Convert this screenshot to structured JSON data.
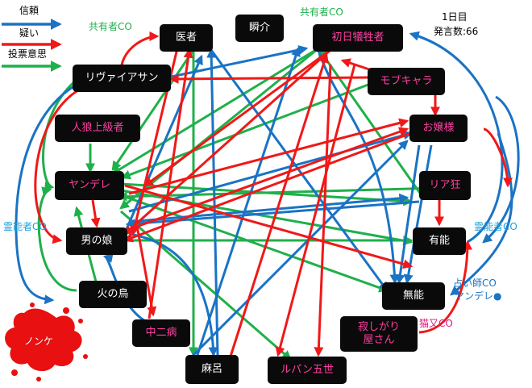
{
  "legend": {
    "trust_label": "信頼",
    "doubt_label": "疑い",
    "vote_label": "投票意思",
    "trust_color": "#1a73c4",
    "doubt_color": "#f01818",
    "vote_color": "#1fb04a"
  },
  "info": {
    "day": "1日目",
    "statement_count": "発言数:66"
  },
  "nodes": {
    "isha": "医者",
    "shunsuke": "瞬介",
    "shonichi": "初日犠牲者",
    "revaia": "リヴァイアサン",
    "mobu": "モブキャラ",
    "jinro": "人狼上級者",
    "ojousama": "お嬢様",
    "yandere": "ヤンデレ",
    "riajuu": "リア狂",
    "otokonoko": "男の娘",
    "yuunou": "有能",
    "hinotori": "火の鳥",
    "munou": "無能",
    "chuunibyou": "中二病",
    "sabishigari_line1": "寂しがり",
    "sabishigari_line2": "屋さん",
    "maro": "麻呂",
    "lupin": "ルパン五世"
  },
  "annotations": {
    "kyouyuu_left": "共有者CO",
    "kyouyuu_right": "共有者CO",
    "reinou_left": "霊能者CO",
    "reinou_right": "霊能者CO",
    "uranai": "占い師CO",
    "uranai_target": "ヤンデレ●",
    "nekomata": "猫又CO"
  },
  "blood_label": "ノンケ"
}
